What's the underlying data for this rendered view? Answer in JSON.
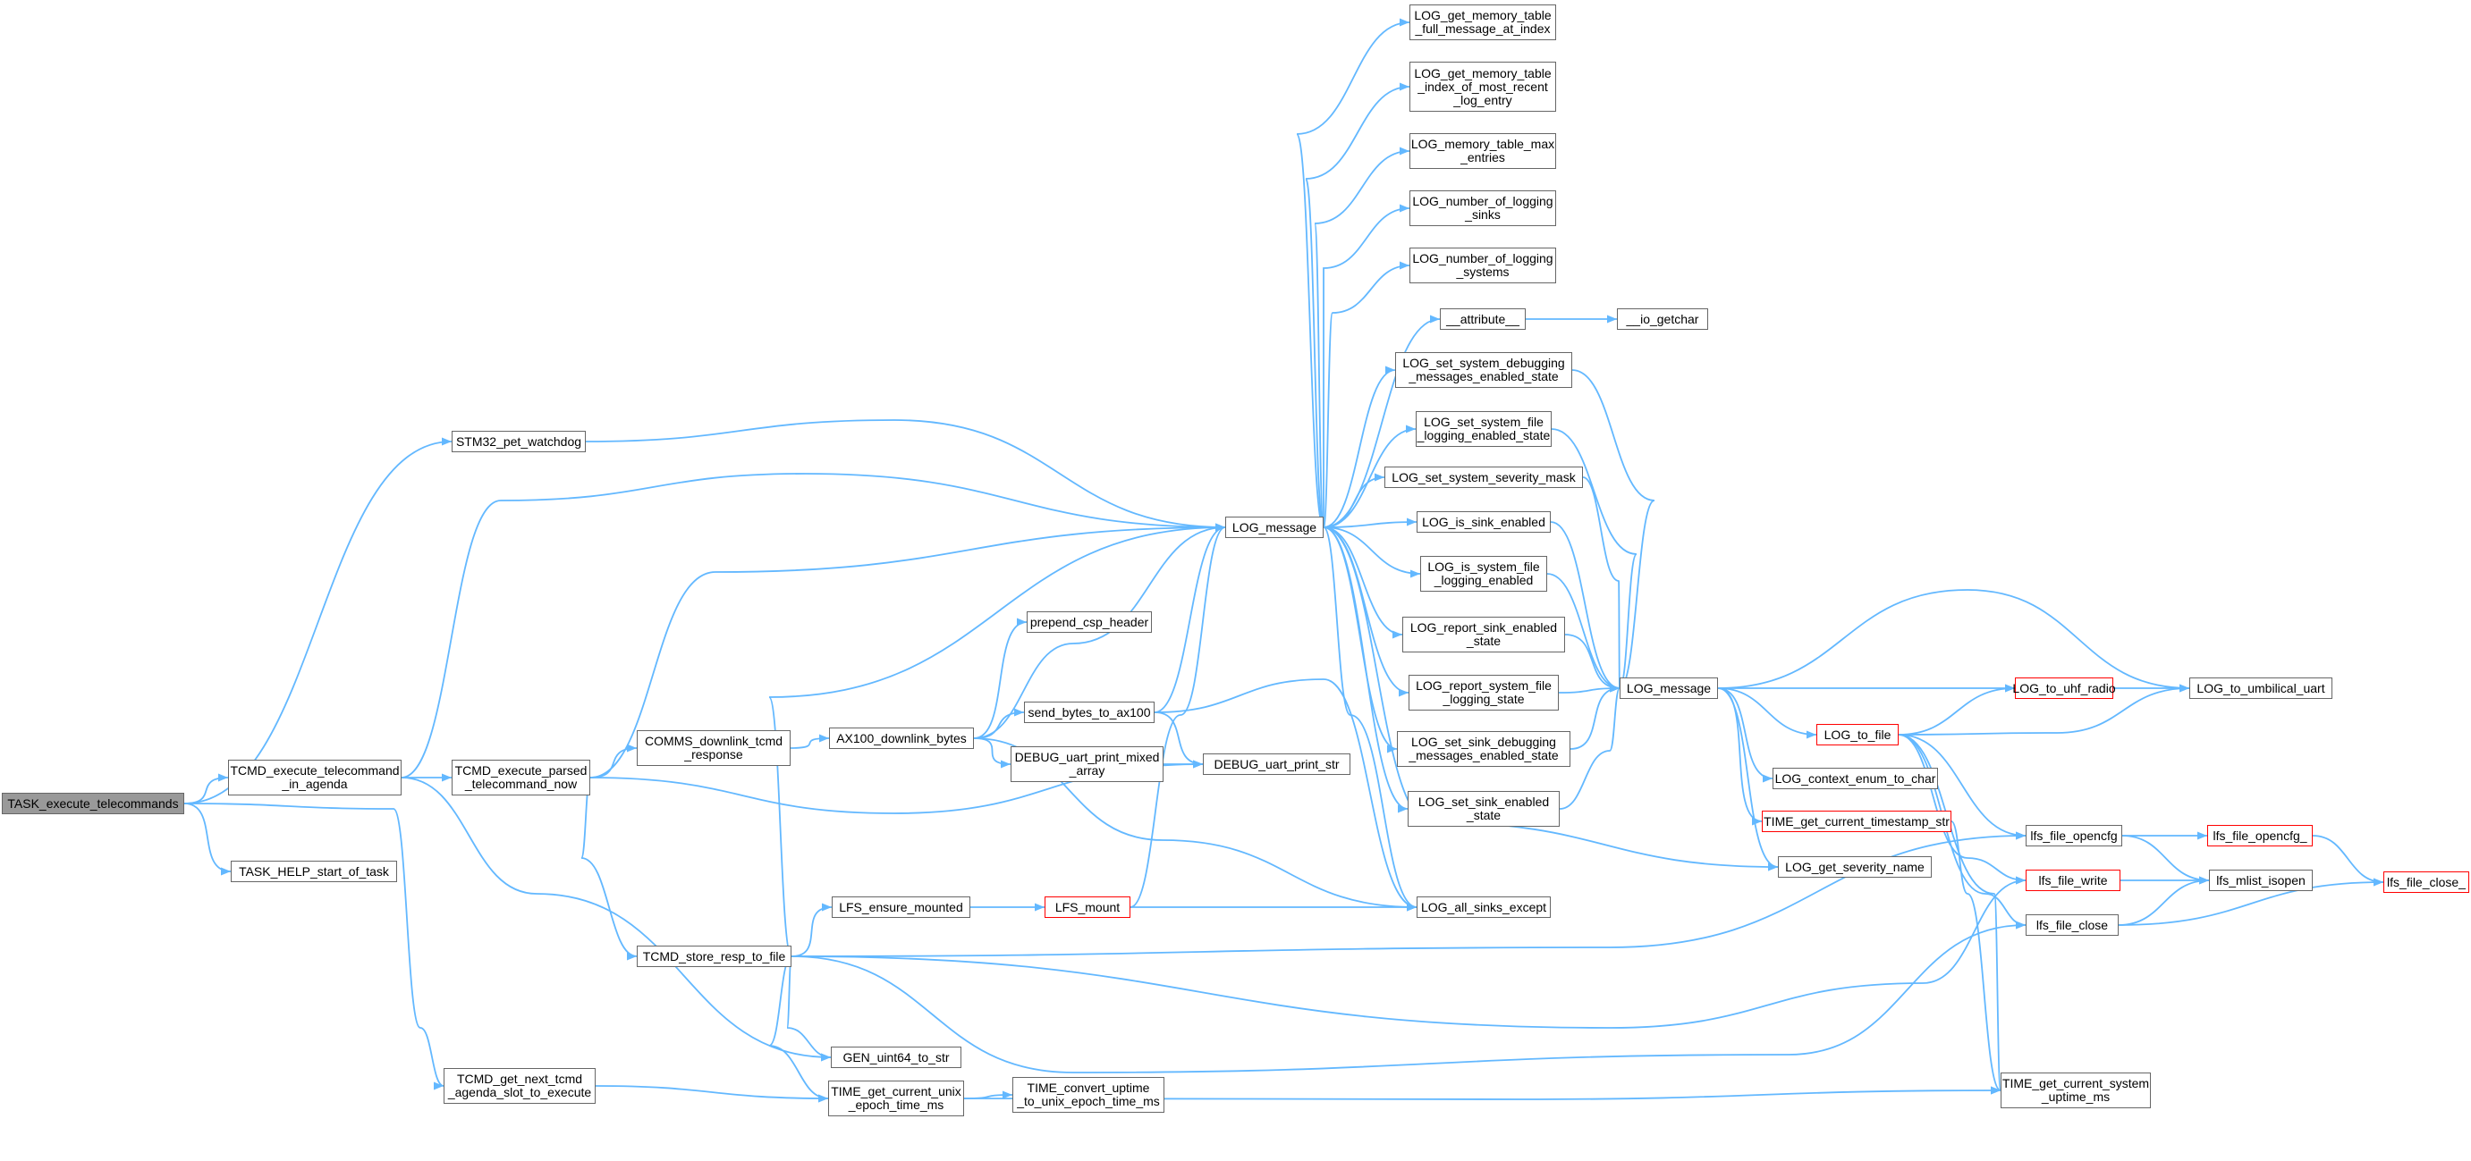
{
  "colors": {
    "edge": "#63b8ff",
    "border": "#666666",
    "border_highlight": "#ff0000",
    "root_fill": "#999999"
  },
  "nodes": [
    {
      "id": "task_exec",
      "lines": [
        "TASK_execute_telecommands"
      ]
    },
    {
      "id": "tcmd_exec_agenda",
      "lines": [
        "TCMD_execute_telecommand",
        "_in_agenda"
      ]
    },
    {
      "id": "task_help",
      "lines": [
        "TASK_HELP_start_of_task"
      ]
    },
    {
      "id": "tcmd_next",
      "lines": [
        "TCMD_get_next_tcmd",
        "_agenda_slot_to_execute"
      ]
    },
    {
      "id": "stm32",
      "lines": [
        "STM32_pet_watchdog"
      ]
    },
    {
      "id": "tcmd_parsed",
      "lines": [
        "TCMD_execute_parsed",
        "_telecommand_now"
      ]
    },
    {
      "id": "tcmd_store",
      "lines": [
        "TCMD_store_resp_to_file"
      ]
    },
    {
      "id": "comms",
      "lines": [
        "COMMS_downlink_tcmd",
        "_response"
      ]
    },
    {
      "id": "ax100",
      "lines": [
        "AX100_downlink_bytes"
      ]
    },
    {
      "id": "prepend",
      "lines": [
        "prepend_csp_header"
      ]
    },
    {
      "id": "send_bytes",
      "lines": [
        "send_bytes_to_ax100"
      ]
    },
    {
      "id": "dbg_mixed",
      "lines": [
        "DEBUG_uart_print_mixed",
        "_array"
      ]
    },
    {
      "id": "dbg_str",
      "lines": [
        "DEBUG_uart_print_str"
      ]
    },
    {
      "id": "lfs_ensure",
      "lines": [
        "LFS_ensure_mounted"
      ]
    },
    {
      "id": "lfs_mount",
      "lines": [
        "LFS_mount"
      ],
      "highlight": true
    },
    {
      "id": "gen_uint",
      "lines": [
        "GEN_uint64_to_str"
      ]
    },
    {
      "id": "time_unix",
      "lines": [
        "TIME_get_current_unix",
        "_epoch_time_ms"
      ]
    },
    {
      "id": "time_conv",
      "lines": [
        "TIME_convert_uptime",
        "_to_unix_epoch_time_ms"
      ]
    },
    {
      "id": "log_msg1",
      "lines": [
        "LOG_message"
      ]
    },
    {
      "id": "m1",
      "lines": [
        "LOG_get_memory_table",
        "_full_message_at_index"
      ]
    },
    {
      "id": "m2",
      "lines": [
        "LOG_get_memory_table",
        "_index_of_most_recent",
        "_log_entry"
      ]
    },
    {
      "id": "m3",
      "lines": [
        "LOG_memory_table_max",
        "_entries"
      ]
    },
    {
      "id": "m4",
      "lines": [
        "LOG_number_of_logging",
        "_sinks"
      ]
    },
    {
      "id": "m5",
      "lines": [
        "LOG_number_of_logging",
        "_systems"
      ]
    },
    {
      "id": "attr",
      "lines": [
        "__attribute__"
      ]
    },
    {
      "id": "io_get",
      "lines": [
        "__io_getchar"
      ]
    },
    {
      "id": "s1",
      "lines": [
        "LOG_set_system_debugging",
        "_messages_enabled_state"
      ]
    },
    {
      "id": "s2",
      "lines": [
        "LOG_set_system_file",
        "_logging_enabled_state"
      ]
    },
    {
      "id": "s3",
      "lines": [
        "LOG_set_system_severity_mask"
      ]
    },
    {
      "id": "s4",
      "lines": [
        "LOG_is_sink_enabled"
      ]
    },
    {
      "id": "s5",
      "lines": [
        "LOG_is_system_file",
        "_logging_enabled"
      ]
    },
    {
      "id": "s6",
      "lines": [
        "LOG_report_sink_enabled",
        "_state"
      ]
    },
    {
      "id": "s7",
      "lines": [
        "LOG_report_system_file",
        "_logging_state"
      ]
    },
    {
      "id": "s8",
      "lines": [
        "LOG_set_sink_debugging",
        "_messages_enabled_state"
      ]
    },
    {
      "id": "s9",
      "lines": [
        "LOG_set_sink_enabled",
        "_state"
      ]
    },
    {
      "id": "all_sinks",
      "lines": [
        "LOG_all_sinks_except"
      ]
    },
    {
      "id": "log_msg2",
      "lines": [
        "LOG_message"
      ]
    },
    {
      "id": "log_uhf",
      "lines": [
        "LOG_to_uhf_radio"
      ],
      "highlight": true
    },
    {
      "id": "log_umb",
      "lines": [
        "LOG_to_umbilical_uart"
      ]
    },
    {
      "id": "log_file",
      "lines": [
        "LOG_to_file"
      ],
      "highlight": true
    },
    {
      "id": "log_ctx",
      "lines": [
        "LOG_context_enum_to_char"
      ]
    },
    {
      "id": "time_ts",
      "lines": [
        "TIME_get_current_timestamp_str"
      ],
      "highlight": true
    },
    {
      "id": "log_sev",
      "lines": [
        "LOG_get_severity_name"
      ]
    },
    {
      "id": "lfs_opencfg",
      "lines": [
        "lfs_file_opencfg"
      ]
    },
    {
      "id": "lfs_opencfg_",
      "lines": [
        "lfs_file_opencfg_"
      ],
      "highlight": true
    },
    {
      "id": "lfs_write",
      "lines": [
        "lfs_file_write"
      ],
      "highlight": true
    },
    {
      "id": "lfs_mlist",
      "lines": [
        "lfs_mlist_isopen"
      ]
    },
    {
      "id": "lfs_close",
      "lines": [
        "lfs_file_close"
      ]
    },
    {
      "id": "lfs_close_",
      "lines": [
        "lfs_file_close_"
      ],
      "highlight": true
    },
    {
      "id": "time_sys",
      "lines": [
        "TIME_get_current_system",
        "_uptime_ms"
      ]
    }
  ]
}
